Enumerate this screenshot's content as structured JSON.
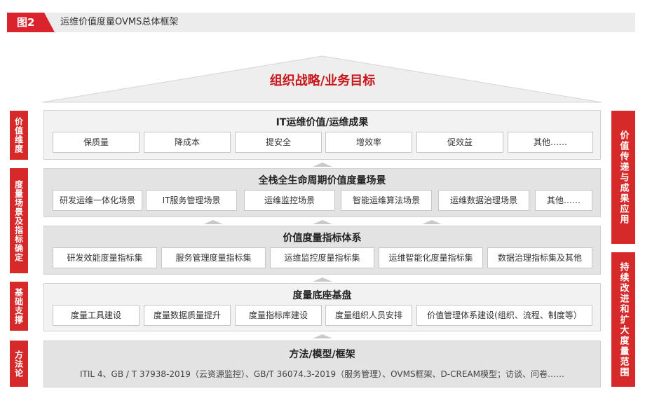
{
  "header": {
    "figure_tag": "图2",
    "title": "运维价值度量OVMS总体框架"
  },
  "goal": {
    "title": "组织战略/业务目标"
  },
  "left_labels": [
    "价值维度",
    "度量场景及指标确定",
    "基础支撑",
    "方法论"
  ],
  "right_labels": [
    "价值传递与成果应用",
    "持续改进和扩大度量范围"
  ],
  "layers": [
    {
      "title": "IT运维价值/运维成果",
      "items": [
        "保质量",
        "降成本",
        "提安全",
        "增效率",
        "促效益",
        "其他……"
      ]
    },
    {
      "title": "全栈全生命周期价值度量场景",
      "items": [
        "研发运维一体化场景",
        "IT服务管理场景",
        "运维监控场景",
        "智能运维算法场景",
        "运维数据治理场景",
        "其他……"
      ]
    },
    {
      "title": "价值度量指标体系",
      "items": [
        "研发效能度量指标集",
        "服务管理度量指标集",
        "运维监控度量指标集",
        "运维智能化度量指标集",
        "数据治理指标集及其他"
      ]
    },
    {
      "title": "度量底座基盘",
      "items": [
        "度量工具建设",
        "度量数据质量提升",
        "度量指标库建设",
        "度量组织人员安排",
        "价值管理体系建设(组织、流程、制度等）"
      ]
    },
    {
      "title": "方法/模型/框架",
      "text": "ITIL 4、GB / T 37938-2019（云资源监控）、GB/T 36074.3-2019（服务管理）、OVMS框架、D-CREAM模型；访谈、问卷……"
    }
  ],
  "colors": {
    "accent_red": "#d62a2a",
    "goal_red": "#c8161d",
    "layer_grey": "#e3e3e3"
  }
}
